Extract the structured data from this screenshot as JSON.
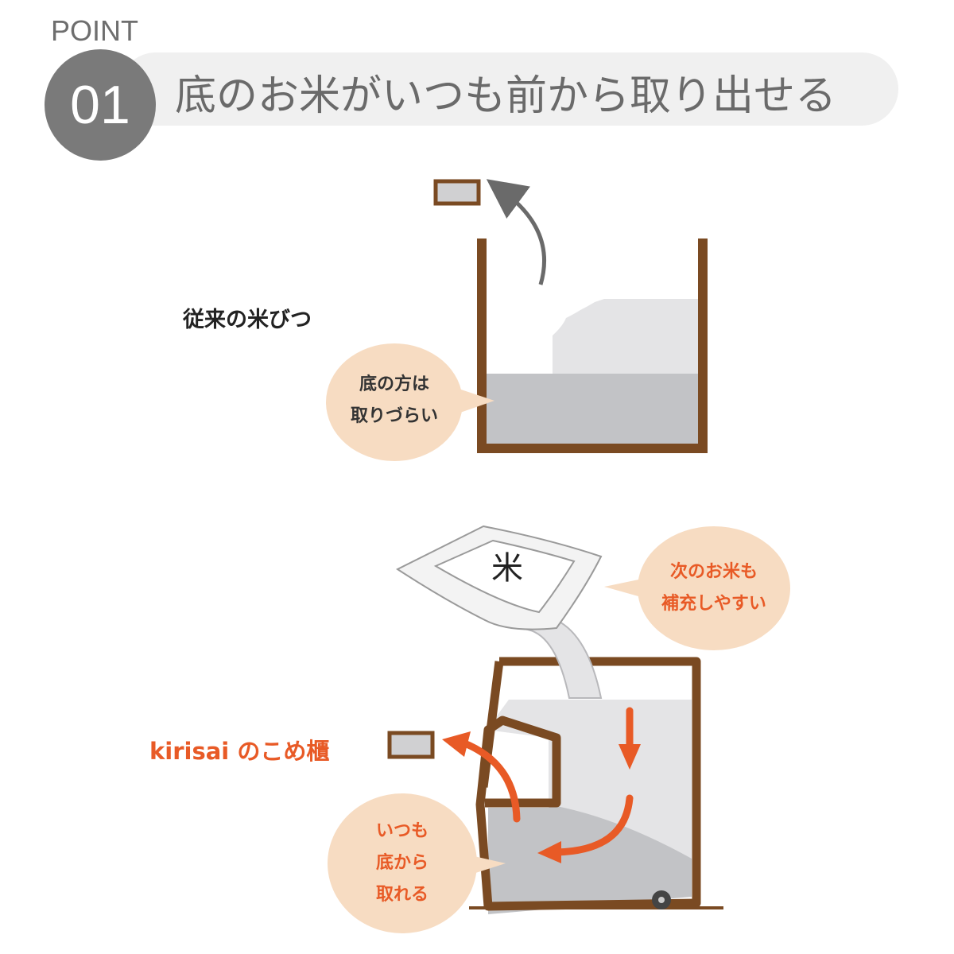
{
  "header": {
    "point_label": "POINT",
    "number": "01",
    "title": "底のお米がいつも前から取り出せる"
  },
  "traditional": {
    "label": "従来の米びつ",
    "bubble_line1": "底の方は",
    "bubble_line2": "取りづらい"
  },
  "kirisai": {
    "label": "kirisai のこめ櫃",
    "bag_symbol": "米",
    "refill_line1": "次のお米も",
    "refill_line2": "補充しやすい",
    "bottom_line1": "いつも",
    "bottom_line2": "底から",
    "bottom_line3": "取れる"
  },
  "colors": {
    "brown": "#7a4a22",
    "orange": "#e85a26",
    "bubble": "#f7dcc2",
    "rice": "#c2c3c6",
    "rice_light": "#e4e4e6",
    "gray_text": "#6a6a6a"
  }
}
